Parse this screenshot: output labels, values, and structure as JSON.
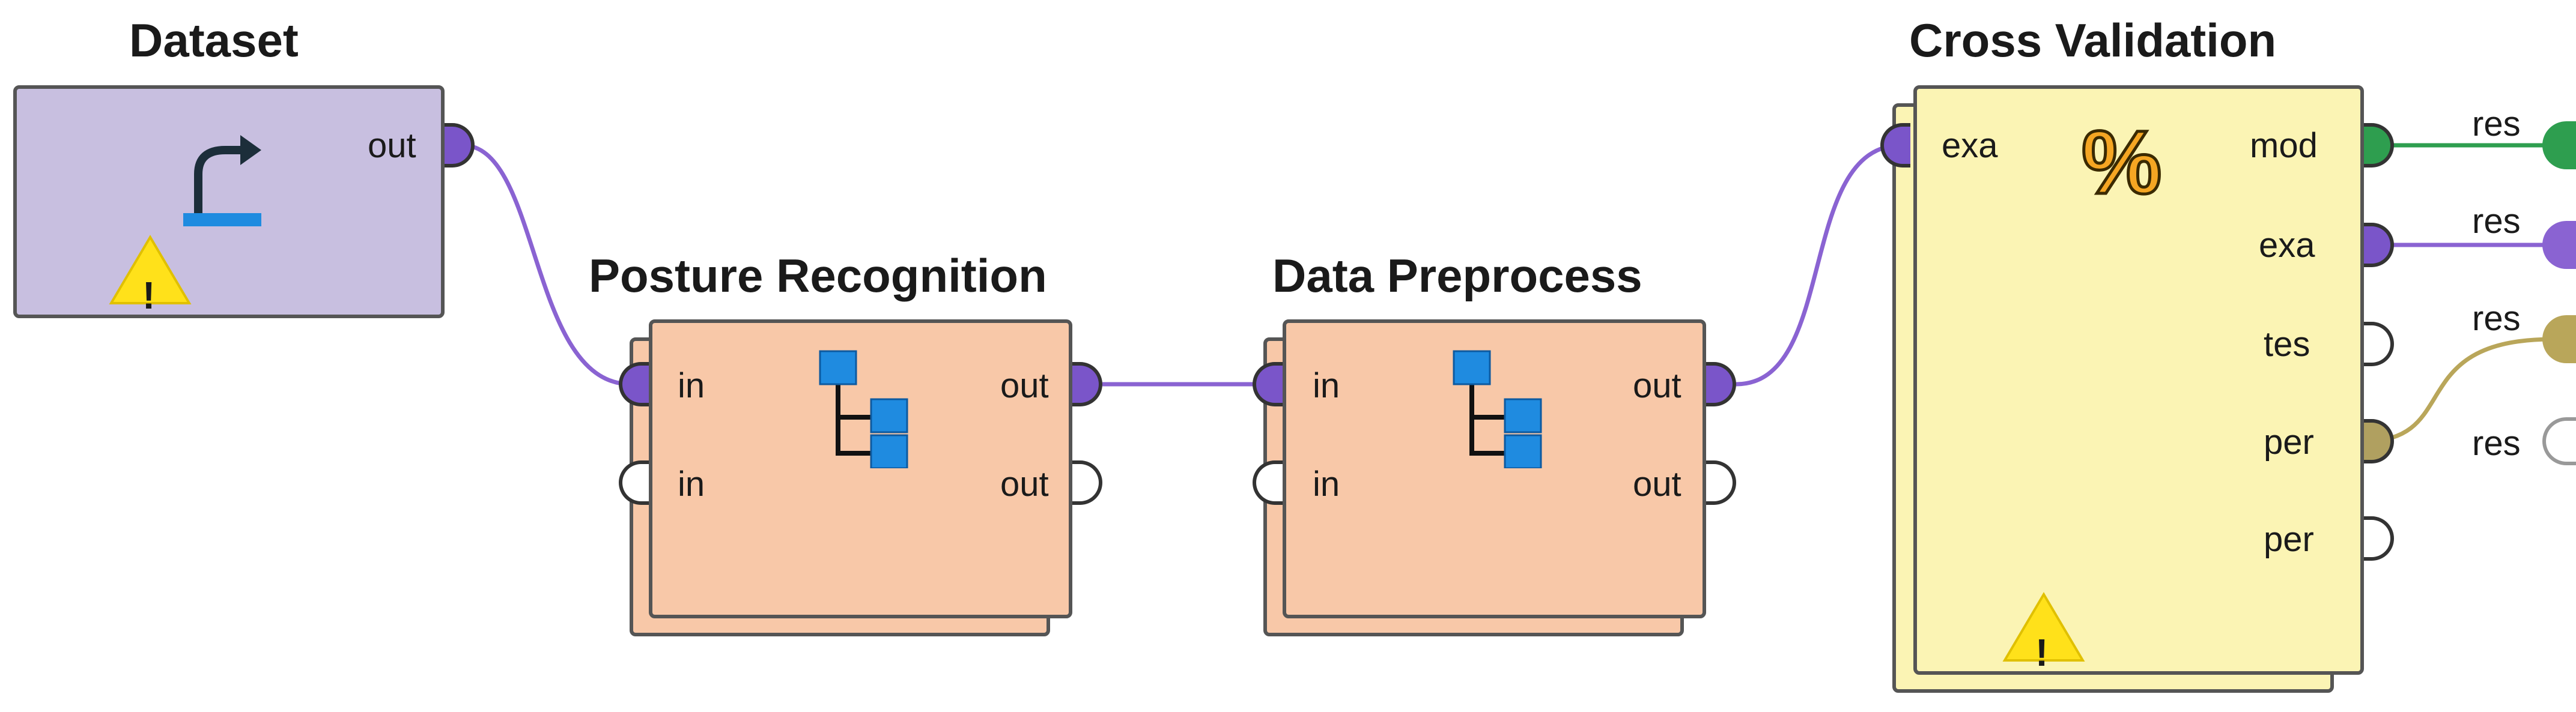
{
  "operators": {
    "dataset": {
      "title": "Dataset",
      "out_label": "out",
      "warning": "!"
    },
    "posture": {
      "title": "Posture Recognition",
      "in1": "in",
      "in2": "in",
      "out1": "out",
      "out2": "out"
    },
    "preprocess": {
      "title": "Data Preprocess",
      "in1": "in",
      "in2": "in",
      "out1": "out",
      "out2": "out"
    },
    "cross_validation": {
      "title": "Cross Validation",
      "in_label": "exa",
      "symbol": "%",
      "outputs": [
        "mod",
        "exa",
        "tes",
        "per",
        "per"
      ],
      "warning": "!"
    }
  },
  "results": {
    "res1": "res",
    "res2": "res",
    "res3": "res",
    "res4": "res"
  },
  "colors": {
    "dataset_fill": "#c8bfe0",
    "operator_fill": "#f8c8a8",
    "cv_fill": "#fbf4b4",
    "wire_purple": "#8a63d2",
    "wire_green": "#2e9e4f",
    "wire_olive": "#b9a65a"
  }
}
